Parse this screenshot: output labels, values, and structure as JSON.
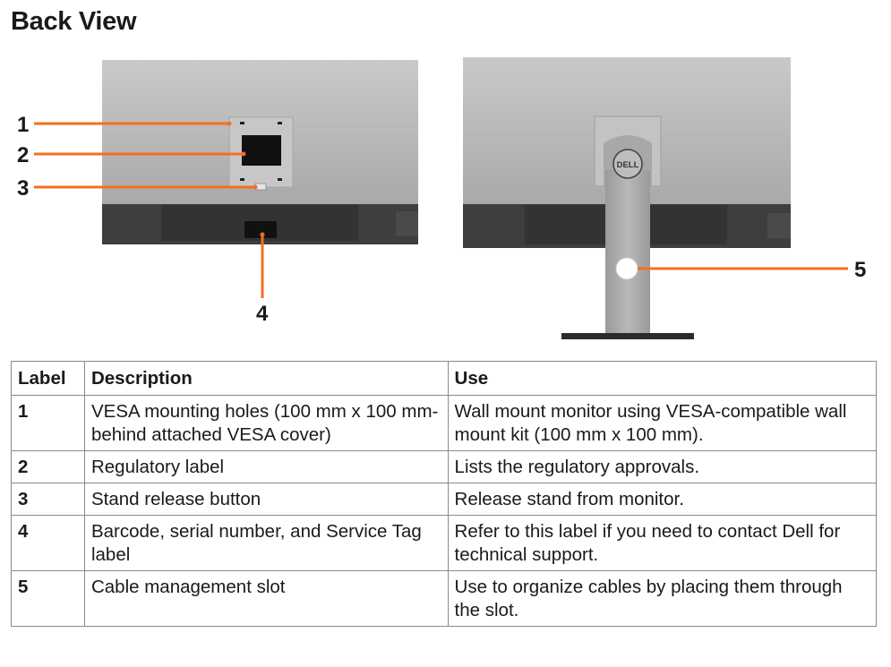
{
  "title": "Back View",
  "colors": {
    "callout": "#f26f21",
    "panel": "#b7b7b7",
    "bezel_dark": "#3e3e3e"
  },
  "callouts": [
    "1",
    "2",
    "3",
    "4",
    "5"
  ],
  "logo_text": "DELL",
  "table": {
    "headers": [
      "Label",
      "Description",
      "Use"
    ],
    "rows": [
      {
        "label": "1",
        "description": "VESA mounting holes (100 mm x 100 mm-behind attached VESA cover)",
        "use": "Wall mount monitor using VESA-compatible wall mount kit (100 mm x 100 mm)."
      },
      {
        "label": "2",
        "description": "Regulatory label",
        "use": "Lists the regulatory approvals."
      },
      {
        "label": "3",
        "description": "Stand release button",
        "use": "Release stand from monitor."
      },
      {
        "label": "4",
        "description": "Barcode, serial number, and Service Tag label",
        "use": "Refer to this label if you need to contact Dell for technical support."
      },
      {
        "label": "5",
        "description": "Cable management slot",
        "use": "Use to organize cables by placing them through the slot."
      }
    ]
  }
}
